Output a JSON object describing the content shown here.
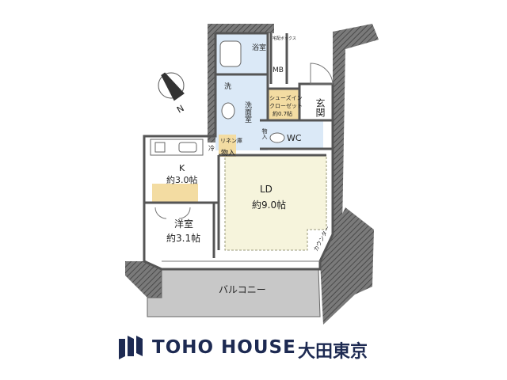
{
  "rooms": {
    "bath": "浴室",
    "mb": "MB",
    "delivery_box": "宅配ボックス",
    "washbasin_mark": "洗",
    "washroom": "洗面室",
    "shoes_closet_1": "シューズイン",
    "shoes_closet_2": "クローゼット",
    "shoes_closet_3": "約0.7帖",
    "entrance": "玄関",
    "wc": "WC",
    "storage_short": "物入",
    "linen": "リネン庫",
    "storage": "物入",
    "fridge": "冷",
    "kitchen": "K",
    "kitchen_size": "約3.0帖",
    "living": "LD",
    "living_size": "約9.0帖",
    "bedroom": "洋室",
    "bedroom_size": "約3.1帖",
    "counter": "カウンター",
    "balcony": "バルコニー"
  },
  "compass": {
    "north": "N"
  },
  "brand": {
    "name": "TOHO HOUSE",
    "area": "大田東京",
    "color": "#1d2a52"
  },
  "colors": {
    "wall": "#555555",
    "living_floor": "#f6f4dc",
    "wet_area": "#dbe9f7",
    "closet": "#f3dca2",
    "balcony": "#c8c8c8",
    "exterior_hatch": "#6a6a6a"
  }
}
